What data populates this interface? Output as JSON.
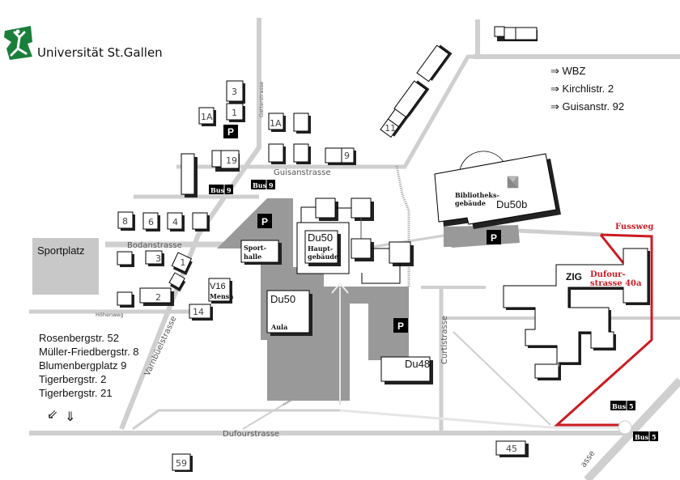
{
  "header": {
    "logo_text": "Universität St.Gallen",
    "brand_color": "#1a7f3a"
  },
  "colors": {
    "road": "#cfcfcf",
    "plaza": "#999999",
    "fussweg": "#cc1b22"
  },
  "external_locations_top_right": [
    {
      "arrow": "⇒",
      "label": "WBZ"
    },
    {
      "arrow": "⇒",
      "label": "Kirchlistr. 2"
    },
    {
      "arrow": "⇒",
      "label": "Guisanstr. 92"
    }
  ],
  "external_locations_bottom_left": {
    "items": [
      "Rosenbergstr. 52",
      "Müller-Friedbergstr. 8",
      "Blumenbergplatz 9",
      "Tigerbergstr. 2",
      "Tigerbergstr. 21"
    ],
    "arrows": [
      "⇙",
      "⇓"
    ]
  },
  "streets": {
    "gatter": "Gatterstrasse",
    "guisan": "Guisanstrasse",
    "bodan": "Bodanstrasse",
    "hoehenweg": "Höhenweg",
    "varnbuel": "Varnbüelstrasse",
    "dufour": "Dufourstrasse",
    "curti": "Curtistrasse",
    "lower_right": "asse"
  },
  "areas": {
    "sportplatz": "Sportplatz"
  },
  "buildings": {
    "b3_top": "3",
    "b1_top": "1",
    "b1a_left": "1A",
    "b1a_mid": "1A",
    "b19": "19",
    "b9_guisan": "9",
    "b11": "11",
    "b8": "8",
    "b6": "6",
    "b4": "4",
    "b3_bodan": "3",
    "b1_bodan": "1",
    "b2": "2",
    "b14": "14",
    "b45": "45",
    "b59": "59",
    "v16": "V16",
    "v16_sub": "Mensa",
    "sporthalle_1": "Sport-",
    "sporthalle_2": "halle",
    "du50_main": "Du50",
    "du50_main_sub1": "Haupt-",
    "du50_main_sub2": "gebäude",
    "du50_aula": "Du50",
    "du50_aula_sub": "Aula",
    "du48": "Du48",
    "du50b": "Du50b",
    "bib_1": "Bibliotheks-",
    "bib_2": "gebäude",
    "zig": "ZIG",
    "dufour40a_1": "Dufour-",
    "dufour40a_2": "strasse 40a"
  },
  "parking": {
    "label": "P"
  },
  "bus_stops": [
    {
      "label": "Bus",
      "line": "9"
    },
    {
      "label": "Bus",
      "line": "9"
    },
    {
      "label": "Bus",
      "line": "5"
    },
    {
      "label": "Bus",
      "line": "5"
    }
  ],
  "fussweg_label": "Fussweg"
}
